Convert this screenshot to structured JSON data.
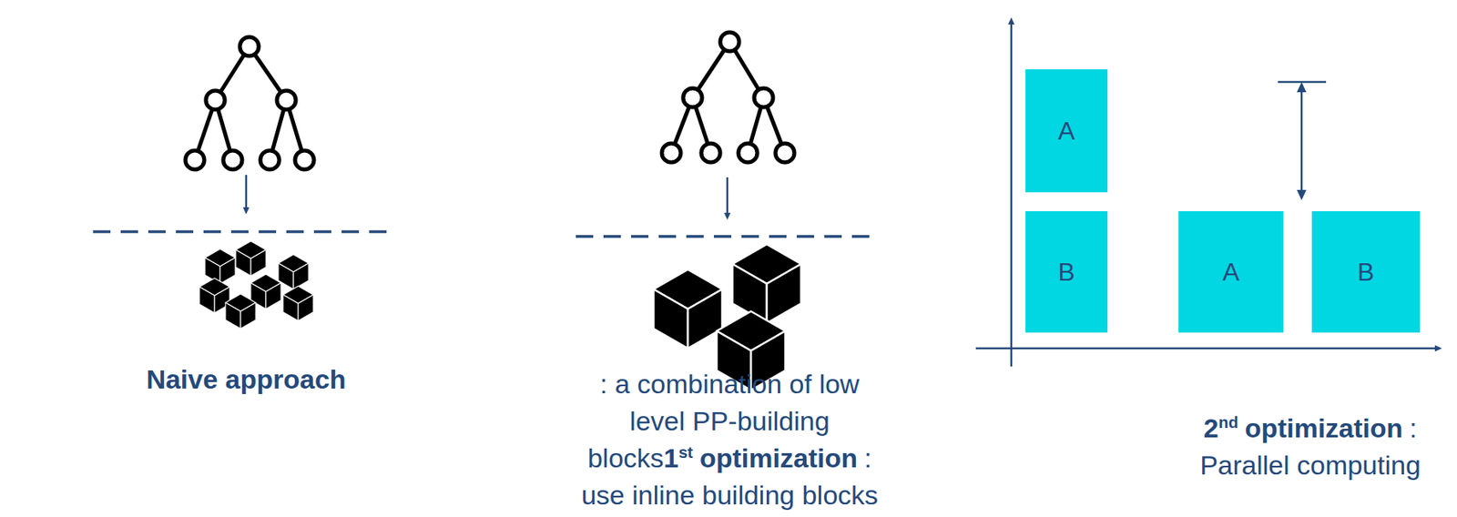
{
  "diagram": {
    "nodes": [
      {
        "text": [
          "A"
        ]
      },
      {
        "text": [
          "B"
        ]
      },
      {
        "text": [
          "A"
        ]
      },
      {
        "text": [
          "B"
        ]
      }
    ],
    "labels": [
      "Naive approach",
      ": a combination of low level PP-building blocks",
      "1",
      "st",
      "optimization",
      ": use inline building blocks",
      "2",
      "nd",
      "optimization",
      ": Parallel computing"
    ]
  }
}
